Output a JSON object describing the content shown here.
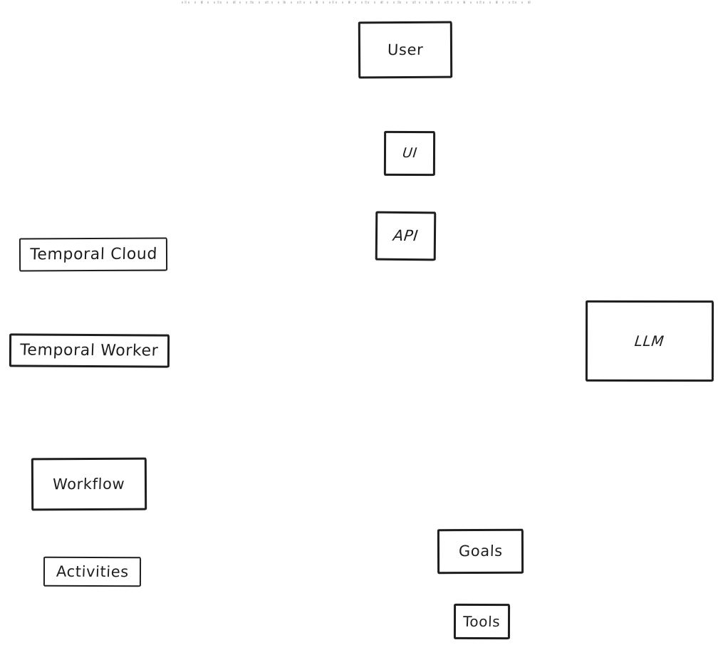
{
  "diagram": {
    "background_color": "#ffffff",
    "stroke_color": "#1e1e1e",
    "text_color": "#1e1e1e",
    "top_fragments_color": "#9b9ba0",
    "nodes": [
      {
        "id": "user",
        "label": "User"
      },
      {
        "id": "ui",
        "label": "UI"
      },
      {
        "id": "api",
        "label": "API"
      },
      {
        "id": "temporal-cloud",
        "label": "Temporal Cloud"
      },
      {
        "id": "temporal-worker",
        "label": "Temporal Worker"
      },
      {
        "id": "llm",
        "label": "LLM"
      },
      {
        "id": "workflow",
        "label": "Workflow"
      },
      {
        "id": "activities",
        "label": "Activities"
      },
      {
        "id": "goals",
        "label": "Goals"
      },
      {
        "id": "tools",
        "label": "Tools"
      }
    ]
  }
}
